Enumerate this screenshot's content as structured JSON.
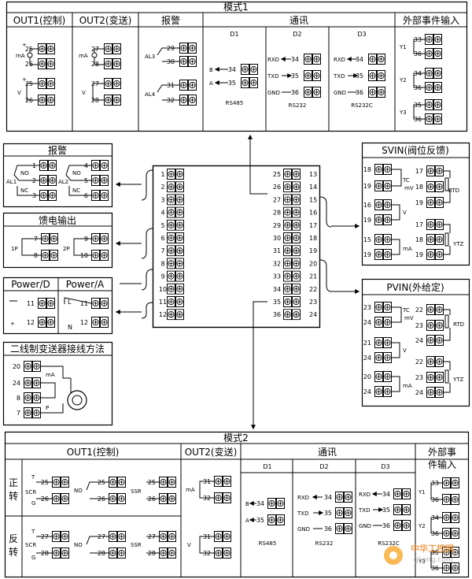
{
  "top_panel": {
    "title": "模式1",
    "col_out1": "OUT1(控制)",
    "col_out2": "OUT2(变送)",
    "col_alarm": "报警",
    "col_comm": "通讯",
    "col_ext": "外部事件输入",
    "sub_d1": "D1",
    "sub_d2": "D2",
    "sub_d3": "D3",
    "ma": "mA",
    "v": "V",
    "al3": "AL3",
    "al4": "AL4",
    "b": "B",
    "a": "A",
    "rxd": "RXD",
    "txd": "TXD",
    "gnd": "GND",
    "rs485": "RS485",
    "rs232": "RS232",
    "rs232c": "RS232C",
    "y1": "Y1",
    "y2": "Y2",
    "y3": "Y3"
  },
  "alarm_panel": {
    "title": "报警",
    "al1": "AL1",
    "al2": "AL2",
    "no": "NO",
    "nc": "NC"
  },
  "feed_panel": {
    "title": "馈电输出",
    "p1": "1P",
    "p2": "2P"
  },
  "power_panel": {
    "title_d": "Power/D",
    "title_a": "Power/A",
    "l": "L",
    "n": "N"
  },
  "two_wire_panel": {
    "title": "二线制变送器接线方法",
    "ma": "mA",
    "p": "P"
  },
  "svin_panel": {
    "title": "SVIN(阀位反馈)",
    "tc": "TC",
    "mv": "mV",
    "v": "V",
    "ma": "mA",
    "rtd": "RTD",
    "ytz": "YTZ"
  },
  "pvin_panel": {
    "title": "PVIN(外给定)",
    "tc": "TC",
    "mv": "mV",
    "v": "V",
    "ma": "mA",
    "rtd": "RTD",
    "ytz": "YTZ"
  },
  "bottom_panel": {
    "title": "模式2",
    "col_out1": "OUT1(控制)",
    "col_out2": "OUT2(变送)",
    "col_comm": "通讯",
    "col_ext1": "外部事",
    "col_ext2": "件输入",
    "row_fwd1": "正",
    "row_fwd2": "转",
    "row_rev1": "反",
    "row_rev2": "转",
    "scr": "SCR",
    "ssr": "SSR",
    "no": "NO",
    "t": "T",
    "g": "G",
    "ma": "mA",
    "v": "V",
    "d1": "D1",
    "d2": "D2",
    "d3": "D3",
    "b": "B",
    "a": "A",
    "rxd": "RXD",
    "txd": "TXD",
    "gnd": "GND",
    "rs485": "RS485",
    "rs232": "RS232",
    "rs232c": "RS232C",
    "y1": "Y1",
    "y2": "Y2",
    "y3": "Y3"
  },
  "watermark": {
    "brand": "中华工控网",
    "url": "gkong.com"
  },
  "left_terminals": [
    "1",
    "2",
    "3",
    "4",
    "5",
    "6",
    "7",
    "8",
    "9",
    "10",
    "11",
    "12"
  ],
  "right_terminals": [
    "13",
    "14",
    "15",
    "16",
    "17",
    "18",
    "19",
    "20",
    "21",
    "22",
    "23",
    "24"
  ],
  "inner_terminals": [
    "25",
    "26",
    "27",
    "28",
    "29",
    "30",
    "31",
    "32",
    "33",
    "34",
    "35",
    "36"
  ]
}
